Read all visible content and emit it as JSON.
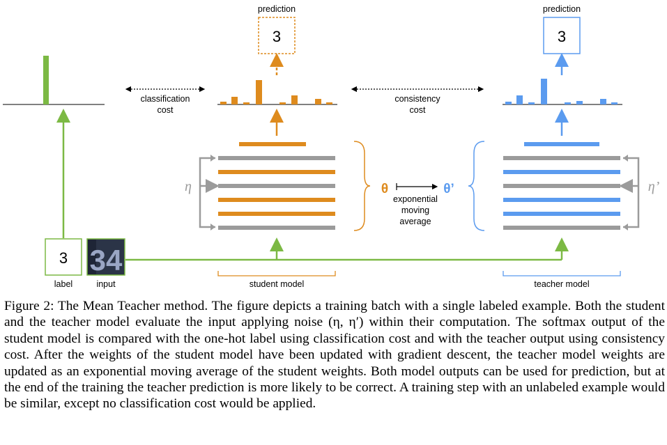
{
  "figure": {
    "student_prediction_label": "prediction",
    "student_prediction_value": "3",
    "teacher_prediction_label": "prediction",
    "teacher_prediction_value": "3",
    "classification_cost_label": [
      "classification",
      "cost"
    ],
    "consistency_cost_label": [
      "consistency",
      "cost"
    ],
    "label_box_value": "3",
    "label_caption": "label",
    "input_caption": "input",
    "input_digits": "34",
    "student_model_label": "student model",
    "teacher_model_label": "teacher model",
    "eta_student": "η",
    "eta_teacher": "η’",
    "theta_student": "θ",
    "theta_teacher": "θ’",
    "ema_label": [
      "exponential",
      "moving",
      "average"
    ],
    "colors": {
      "green": "#7cb944",
      "orange": "#de8b1e",
      "blue": "#5b9bef",
      "gray": "#9b9b9b"
    },
    "student_layer_colors": [
      "gray",
      "orange",
      "gray",
      "orange",
      "orange",
      "gray"
    ],
    "teacher_layer_colors": [
      "gray",
      "blue",
      "gray",
      "blue",
      "blue",
      "gray"
    ]
  },
  "caption": {
    "label": "Figure 2:",
    "text": "The Mean Teacher method. The figure depicts a training batch with a single labeled example. Both the student and the teacher model evaluate the input applying noise (η, η′) within their computation. The softmax output of the student model is compared with the one-hot label using classification cost and with the teacher output using consistency cost. After the weights of the student model have been updated with gradient descent, the teacher model weights are updated as an exponential moving average of the student weights. Both model outputs can be used for prediction, but at the end of the training the teacher prediction is more likely to be correct. A training step with an unlabeled example would be similar, except no classification cost would be applied."
  }
}
